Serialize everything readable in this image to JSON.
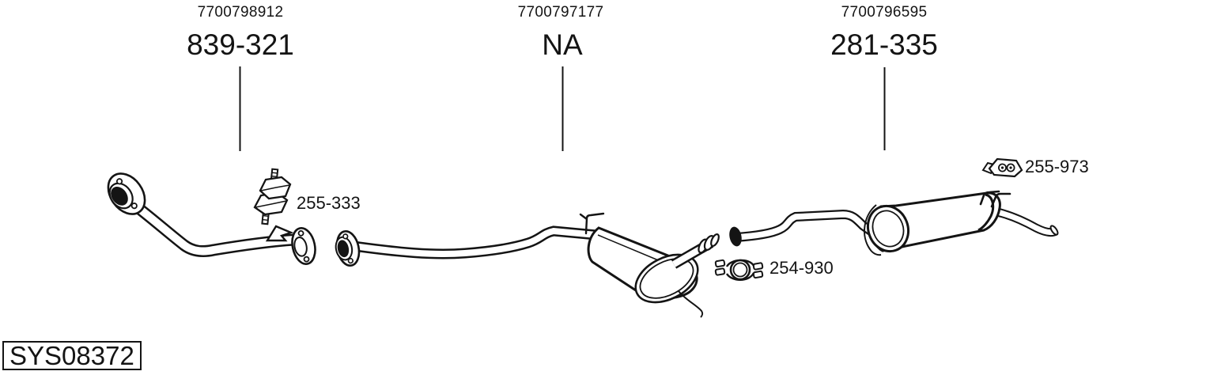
{
  "page": {
    "background": "#ffffff",
    "line_color": "#141414",
    "system_code": "SYS08372"
  },
  "assemblies": [
    {
      "name": "front-pipe",
      "oe_number": "7700798912",
      "ref": "839-321"
    },
    {
      "name": "centre-silencer",
      "oe_number": "7700797177",
      "ref": "NA"
    },
    {
      "name": "rear-silencer",
      "oe_number": "7700796595",
      "ref": "281-335"
    }
  ],
  "fitting_parts": [
    {
      "label": "255-333",
      "icon": "rubber-mounting-icon"
    },
    {
      "label": "254-930",
      "icon": "pipe-clamp-icon"
    },
    {
      "label": "255-973",
      "icon": "hanger-bracket-icon"
    }
  ]
}
